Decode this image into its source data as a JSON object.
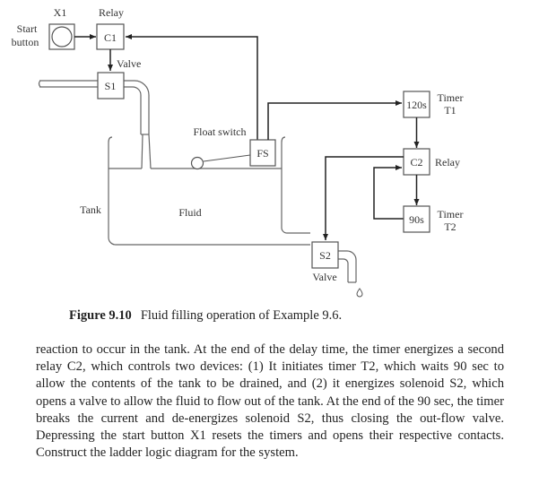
{
  "figure": {
    "labels": {
      "x1": "X1",
      "relay_top": "Relay",
      "start_button": [
        "Start",
        "button"
      ],
      "valve_top": "Valve",
      "float_switch": "Float switch",
      "tank": "Tank",
      "fluid": "Fluid",
      "timer_t1": [
        "Timer",
        "T1"
      ],
      "relay_c2": "Relay",
      "timer_t2": [
        "Timer",
        "T2"
      ],
      "valve_bottom": "Valve"
    },
    "boxes": {
      "c1": "C1",
      "s1": "S1",
      "fs": "FS",
      "t1": "120s",
      "c2": "C2",
      "t2": "90s",
      "s2": "S2"
    }
  },
  "caption": {
    "number": "Figure 9.10",
    "text": "Fluid filling operation of Example 9.6."
  },
  "body": {
    "paragraph": "reaction to occur in the tank. At the end of the delay time, the timer energizes a second relay C2, which controls two devices: (1) It initiates timer T2, which waits 90 sec to allow the contents of the tank to be drained, and (2) it energizes solenoid S2, which opens a valve to allow the fluid to flow out of the tank. At the end of the 90 sec, the timer breaks the current and de-energizes solenoid S2, thus closing the out-flow valve. Depressing the start button X1 resets the timers and opens their respective contacts. Construct the ladder logic diagram for the system."
  }
}
